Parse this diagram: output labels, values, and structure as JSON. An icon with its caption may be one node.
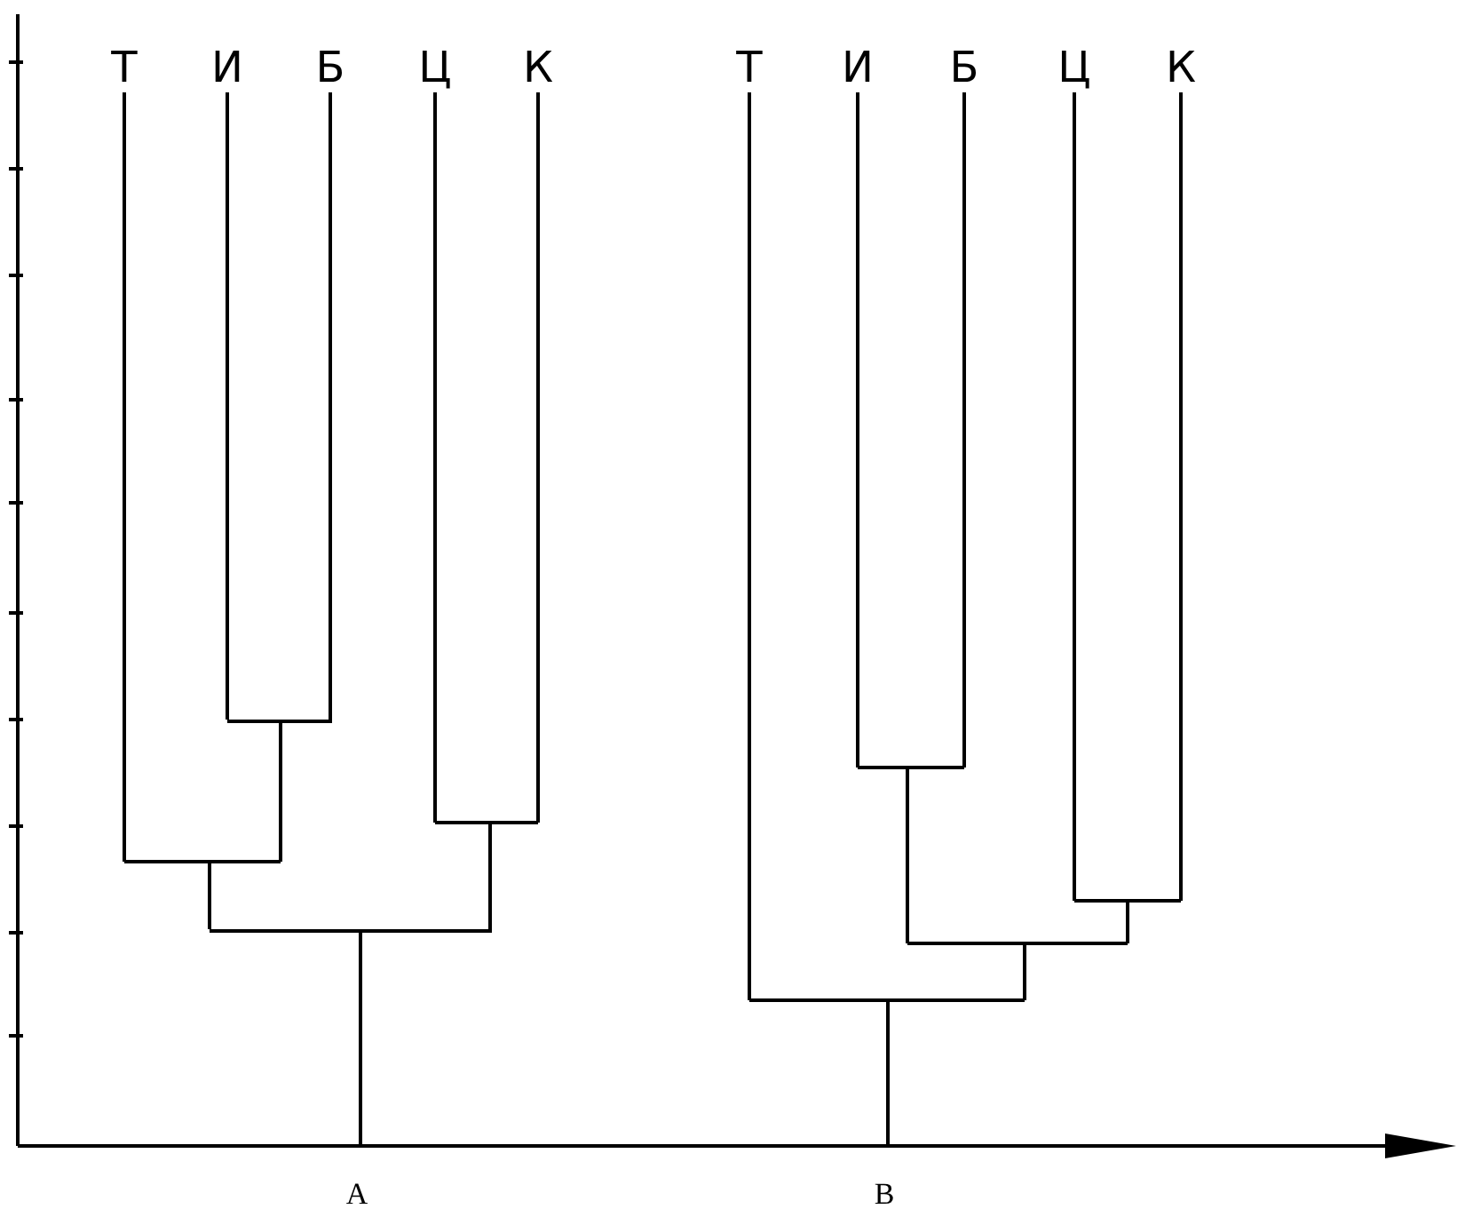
{
  "diagram": {
    "labels": [
      "Т",
      "И",
      "Б",
      "Ц",
      "К",
      "Т",
      "И",
      "Б",
      "Ц",
      "К",
      "A",
      "B"
    ]
  }
}
